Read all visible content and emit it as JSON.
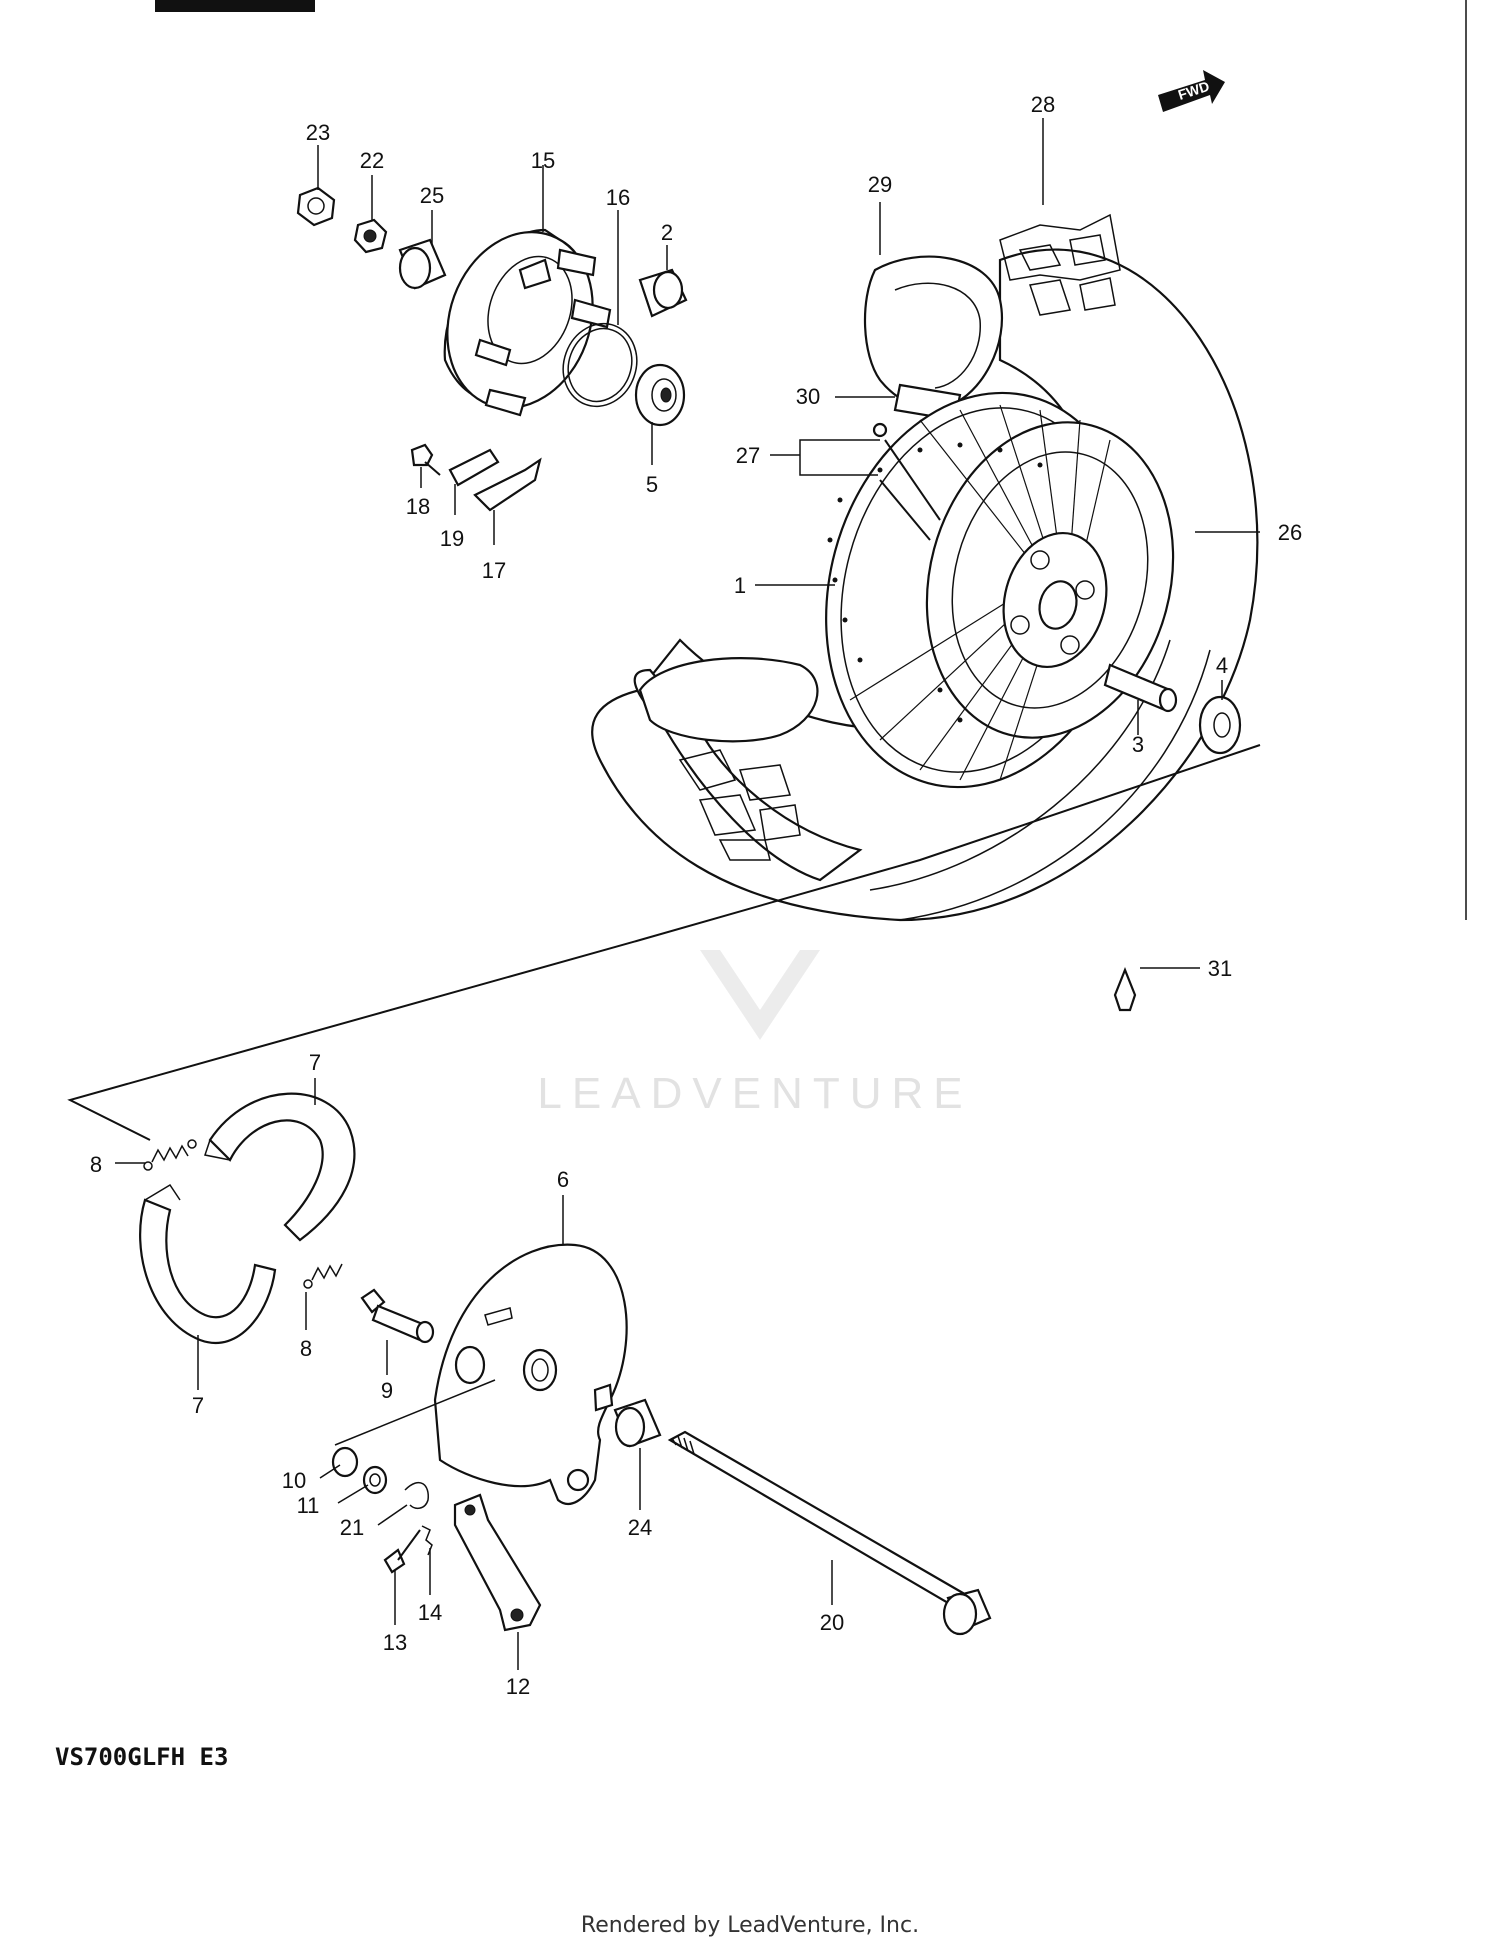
{
  "diagram": {
    "header_fragment": "...",
    "model": "VS700GLFH E3",
    "watermark": "LEADVENTURE",
    "footer": "Rendered by LeadVenture, Inc.",
    "fwd_label": "FWD",
    "callouts": [
      "1",
      "2",
      "3",
      "4",
      "5",
      "6",
      "7",
      "7",
      "8",
      "8",
      "9",
      "10",
      "11",
      "12",
      "13",
      "14",
      "15",
      "16",
      "17",
      "18",
      "19",
      "20",
      "21",
      "22",
      "23",
      "24",
      "25",
      "26",
      "27",
      "28",
      "29",
      "30",
      "31"
    ]
  }
}
